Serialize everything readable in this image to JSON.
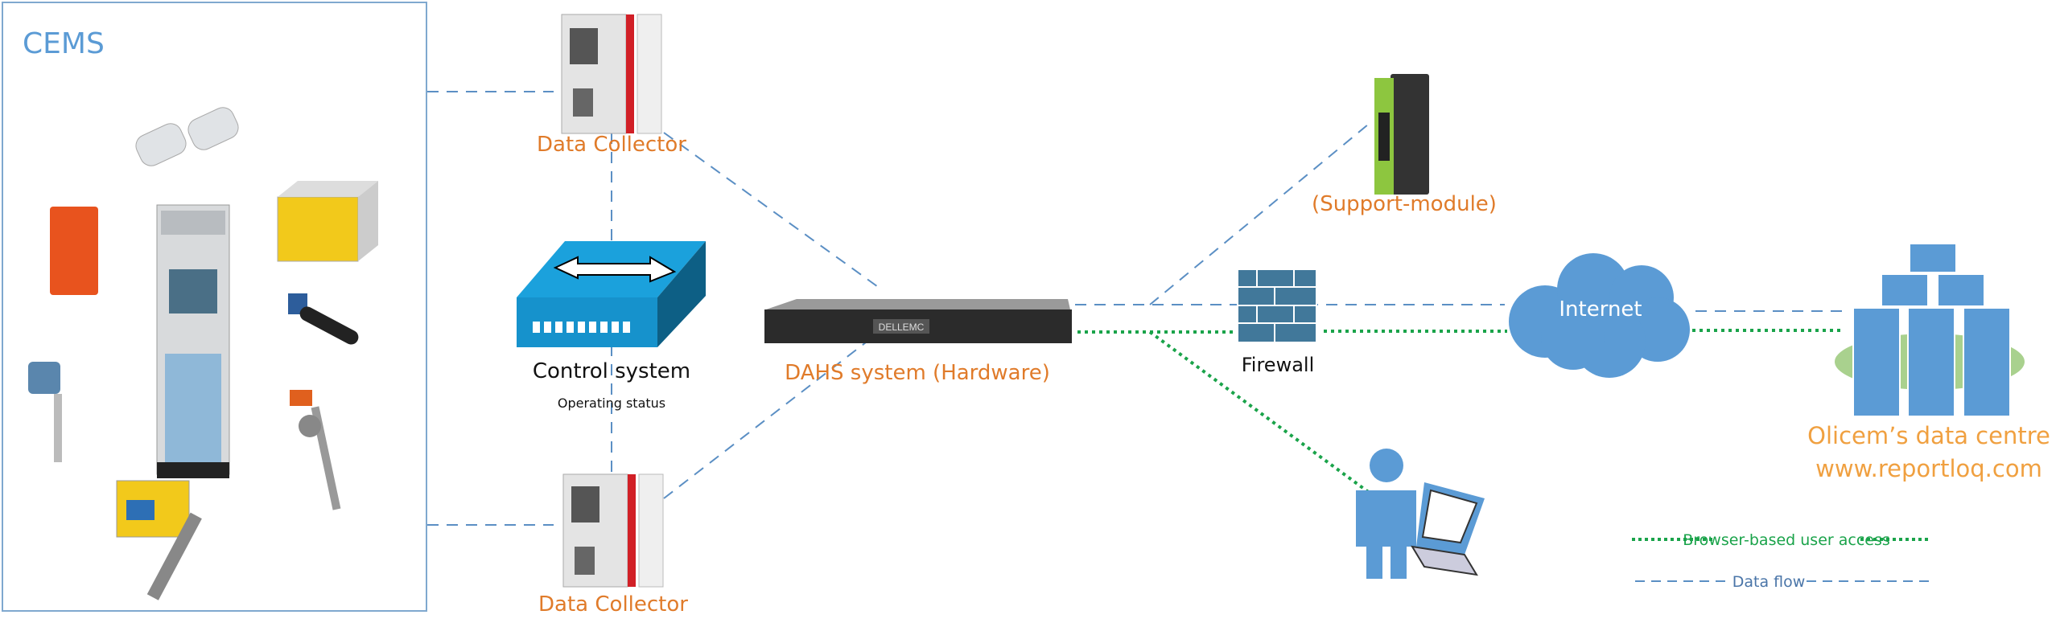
{
  "colors": {
    "data_flow": "#5b8fc4",
    "user_access": "#1aa34a",
    "label_orange": "#e07b2a",
    "accent_blue": "#5b9bd5",
    "server_base_green": "#a9d18e",
    "firewall": "#41789a",
    "switch": "#1ba1dc"
  },
  "cems": {
    "title": "CEMS"
  },
  "nodes": {
    "data_collector_top": {
      "label": "Data Collector",
      "icon": "plc-controller-icon"
    },
    "data_collector_bottom": {
      "label": "Data Collector",
      "icon": "plc-controller-icon"
    },
    "control_system": {
      "label": "Control system",
      "sublabel": "Operating status",
      "icon": "network-switch-icon"
    },
    "dahs": {
      "label": "DAHS system (Hardware)",
      "icon": "rack-server-icon",
      "brand": "DELLEMC"
    },
    "support_module": {
      "label": "(Support-module)",
      "icon": "router-module-icon"
    },
    "firewall": {
      "label": "Firewall",
      "icon": "firewall-icon"
    },
    "internet": {
      "label": "Internet",
      "icon": "cloud-icon"
    },
    "user": {
      "icon": "user-laptop-icon"
    },
    "data_centre": {
      "label": "Olicem’s data centre",
      "url": "www.reportloq.com",
      "icon": "server-cluster-icon"
    }
  },
  "legend": {
    "user_access": "Browser-based user access",
    "data_flow": "Data flow"
  }
}
